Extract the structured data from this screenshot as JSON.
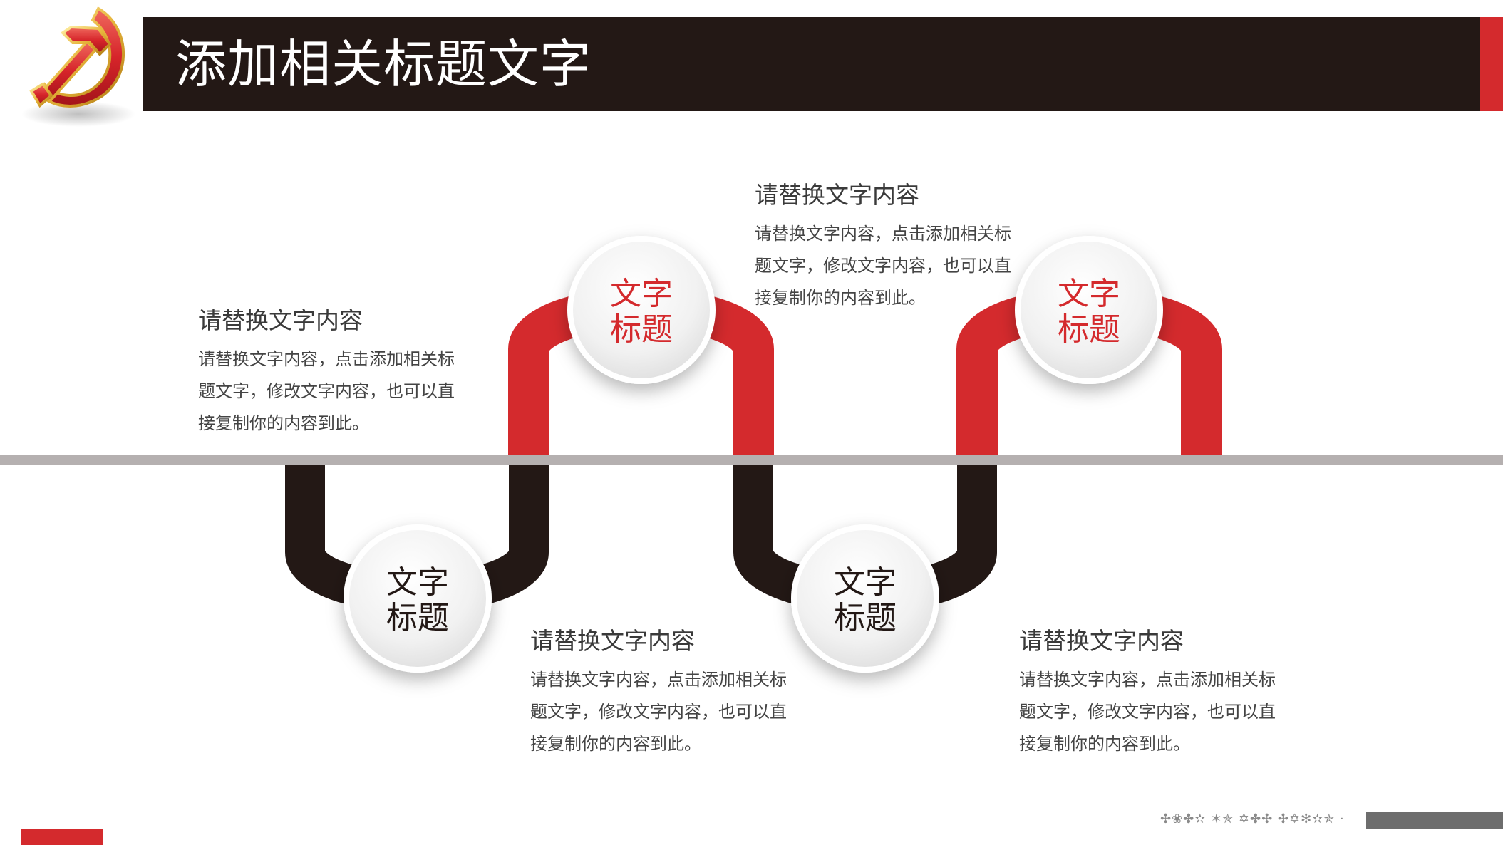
{
  "header": {
    "title": "添加相关标题文字"
  },
  "colors": {
    "accent_red": "#d42a2d",
    "dark": "#231815",
    "divider_grey": "#b5b0b0"
  },
  "nodes": [
    {
      "line1": "文字",
      "line2": "标题"
    },
    {
      "line1": "文字",
      "line2": "标题"
    },
    {
      "line1": "文字",
      "line2": "标题"
    },
    {
      "line1": "文字",
      "line2": "标题"
    }
  ],
  "text_blocks": [
    {
      "heading": "请替换文字内容",
      "body": "请替换文字内容，点击添加相关标题文字，修改文字内容，也可以直接复制你的内容到此。"
    },
    {
      "heading": "请替换文字内容",
      "body": "请替换文字内容，点击添加相关标题文字，修改文字内容，也可以直接复制你的内容到此。"
    },
    {
      "heading": "请替换文字内容",
      "body": "请替换文字内容，点击添加相关标题文字，修改文字内容，也可以直接复制你的内容到此。"
    },
    {
      "heading": "请替换文字内容",
      "body": "请替换文字内容，点击添加相关标题文字，修改文字内容，也可以直接复制你的内容到此。"
    }
  ],
  "footer": {
    "decoration": "✣❀✤✫ ✶✯ ✡✤✣ ✣✡✻✫✯ ·"
  }
}
